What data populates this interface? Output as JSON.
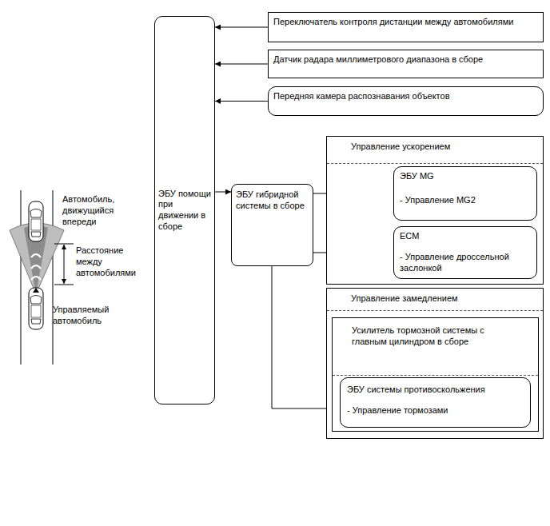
{
  "diagram": {
    "nodes": [
      {
        "text": [
          "Переключатель контроля дистанции между автомобилями"
        ]
      },
      {
        "text": [
          "Датчик радара миллиметрового диапазона в сборе"
        ]
      },
      {
        "text": [
          "Передняя камера распознавания объектов"
        ]
      },
      {
        "text": [
          "ЭБУ помощи при движении в сборе"
        ]
      },
      {
        "text": [
          "ЭБУ гибридной системы в сборе"
        ]
      },
      {
        "text": [
          "Управление ускорением"
        ]
      },
      {
        "text": [
          "ЭБУ MG",
          "- Управление MG2"
        ],
        "in": 5
      },
      {
        "text": [
          "ECM",
          "- Управление дроссельной заслонкой"
        ],
        "in": 5
      },
      {
        "text": [
          "Управление замедлением"
        ]
      },
      {
        "text": [
          "Усилитель тормозной системы с главным цилиндром в сборе"
        ],
        "in": 8
      },
      {
        "text": [
          "ЭБУ системы противоскольжения",
          "- Управление тормозами"
        ],
        "in": 9
      }
    ],
    "edges": [
      {
        "from": 0,
        "to": 3,
        "arrow": "to"
      },
      {
        "from": 1,
        "to": 3,
        "arrow": "to"
      },
      {
        "from": 2,
        "to": 3,
        "arrow": "to"
      },
      {
        "from": 3,
        "to": 4,
        "arrow": "to"
      },
      {
        "from": 4,
        "to": 6,
        "arrow": "to"
      },
      {
        "from": 4,
        "to": 7,
        "arrow": "to"
      },
      {
        "from": 4,
        "to": 10,
        "arrow": "to"
      }
    ],
    "labels": [
      "Автомобиль, движущийся впереди",
      "Расстояние между автомобилями",
      "Управляемый автомобиль"
    ]
  }
}
